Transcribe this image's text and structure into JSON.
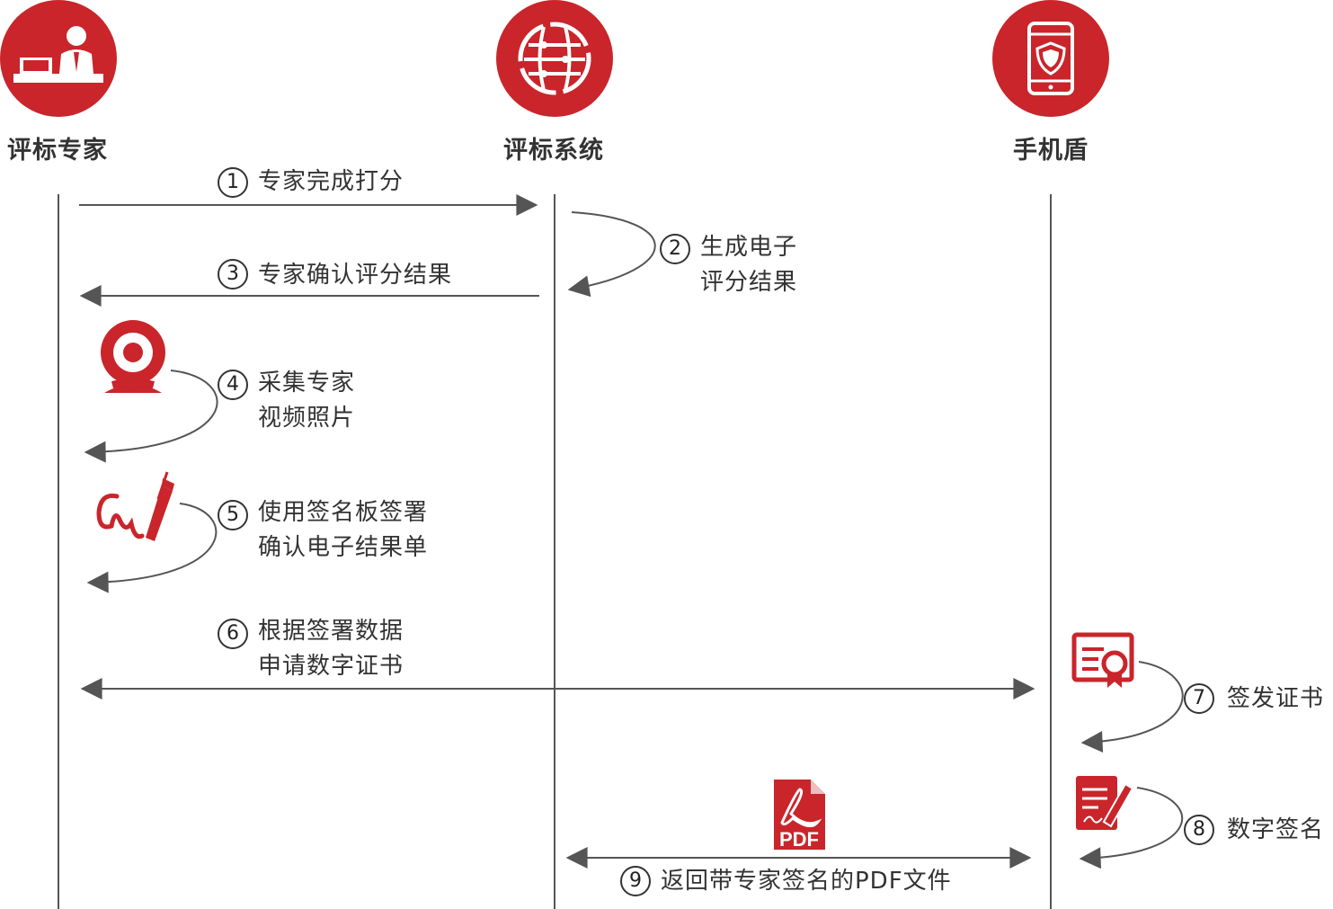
{
  "actors": [
    {
      "label": "评标专家",
      "icon": "expert-desk-icon"
    },
    {
      "label": "评标系统",
      "icon": "globe-network-icon"
    },
    {
      "label": "手机盾",
      "icon": "mobile-shield-icon"
    }
  ],
  "steps": [
    {
      "num": "1",
      "lines": [
        "专家完成打分"
      ]
    },
    {
      "num": "2",
      "lines": [
        "生成电子",
        "评分结果"
      ]
    },
    {
      "num": "3",
      "lines": [
        "专家确认评分结果"
      ]
    },
    {
      "num": "4",
      "lines": [
        "采集专家",
        "视频照片"
      ]
    },
    {
      "num": "5",
      "lines": [
        "使用签名板签署",
        "确认电子结果单"
      ]
    },
    {
      "num": "6",
      "lines": [
        "根据签署数据",
        "申请数字证书"
      ]
    },
    {
      "num": "7",
      "lines": [
        "签发证书"
      ]
    },
    {
      "num": "8",
      "lines": [
        "数字签名"
      ]
    },
    {
      "num": "9",
      "lines": [
        "返回带专家签名的PDF文件"
      ]
    }
  ],
  "pdf_badge": "PDF",
  "colors": {
    "accent": "#c9252b",
    "line": "#555555",
    "text": "#333333"
  }
}
